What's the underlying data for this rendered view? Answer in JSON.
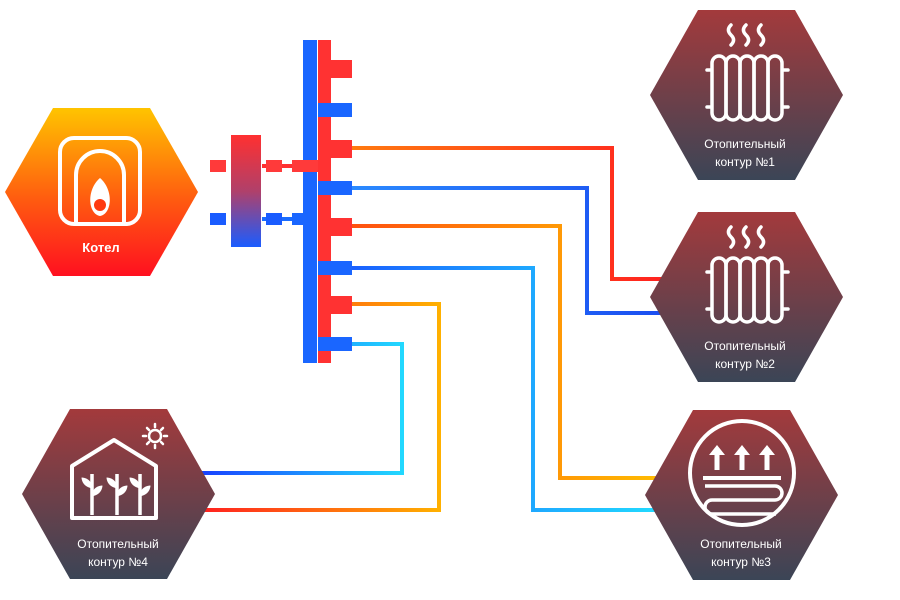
{
  "boiler": {
    "label": "Котел"
  },
  "circuits": [
    {
      "id": "c1",
      "line1": "Отопительный",
      "line2": "контур №1",
      "icon": "radiator-icon"
    },
    {
      "id": "c2",
      "line1": "Отопительный",
      "line2": "контур №2",
      "icon": "radiator-icon"
    },
    {
      "id": "c3",
      "line1": "Отопительный",
      "line2": "контур №3",
      "icon": "underfloor-heating-icon"
    },
    {
      "id": "c4",
      "line1": "Отопительный",
      "line2": "контур №4",
      "icon": "greenhouse-icon"
    }
  ],
  "colors": {
    "hot": "#ff2a2a",
    "cold": "#1a5cff",
    "warm": "#ffb800",
    "cool": "#22d8ff",
    "hex_top": "#a53a3a",
    "hex_bottom": "#3c4455",
    "boiler_top": "#ffd000",
    "boiler_bottom": "#ff1a1a"
  }
}
